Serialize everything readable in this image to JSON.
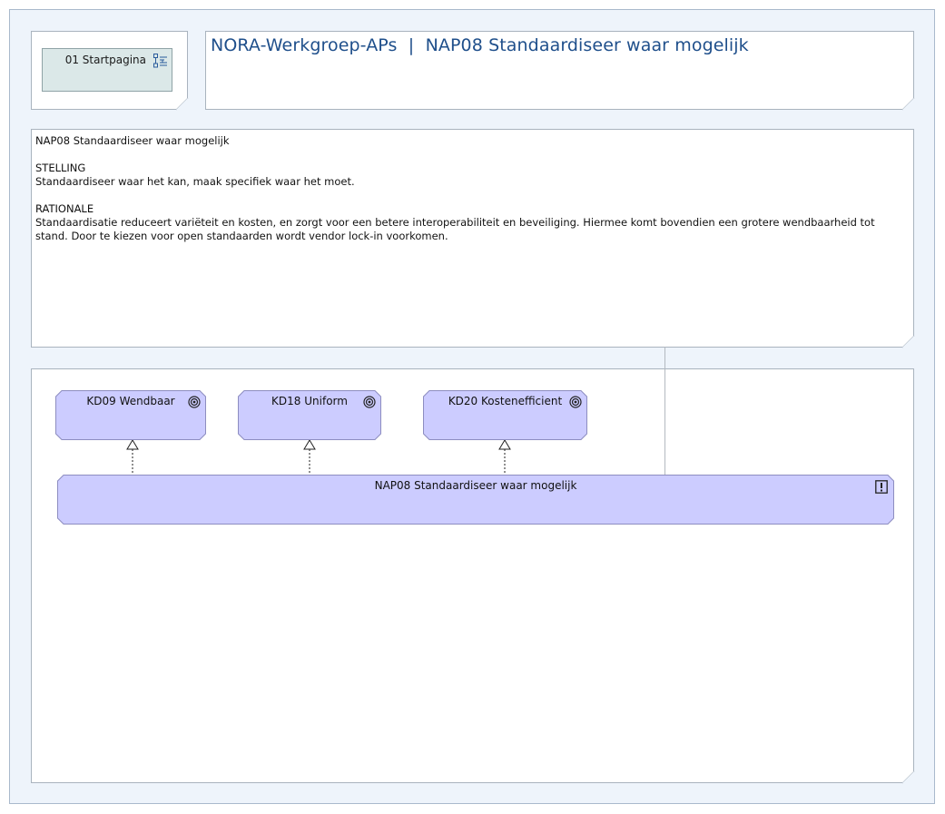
{
  "nav": {
    "label": "01 Startpagina",
    "icon": "navigation-icon"
  },
  "header": {
    "title": "NORA-Werkgroep-APs  |  NAP08 Standaardiseer waar mogelijk"
  },
  "description": {
    "name": "NAP08 Standaardiseer waar mogelijk",
    "stelling_heading": "STELLING",
    "stelling_text": "Standaardiseer waar het kan, maak specifiek waar het moet.",
    "rationale_heading": "RATIONALE",
    "rationale_text": "Standaardisatie reduceert variëteit en kosten, en zorgt voor een betere interoperabiliteit en beveiliging. Hiermee komt bovendien een grotere wendbaarheid tot stand. Door te kiezen voor open standaarden wordt vendor lock-in voorkomen."
  },
  "diagram": {
    "goals": [
      {
        "label": "KD09 Wendbaar",
        "icon": "goal-icon"
      },
      {
        "label": "KD18 Uniform",
        "icon": "goal-icon"
      },
      {
        "label": "KD20 Kostenefficient",
        "icon": "goal-icon"
      }
    ],
    "principle": {
      "label": "NAP08 Standaardiseer waar mogelijk",
      "icon": "principle-icon"
    },
    "relations": "realization",
    "colors": {
      "element_fill": "#ccccff",
      "element_stroke": "#8d8dc0",
      "title": "#1f4f8b",
      "nav_fill": "#dbe8e8"
    }
  }
}
